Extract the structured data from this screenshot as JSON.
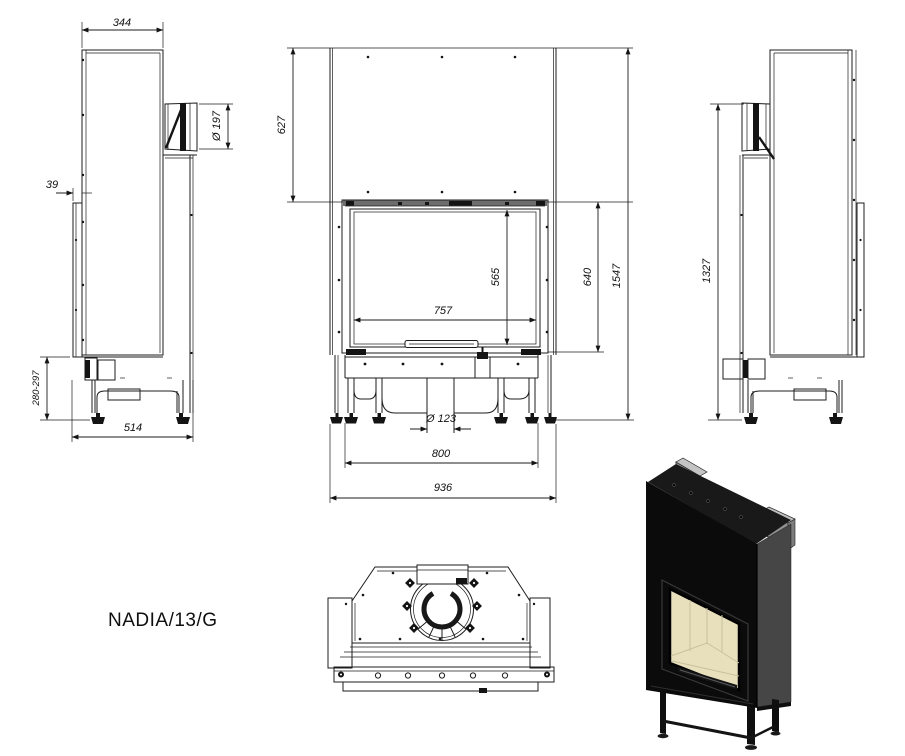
{
  "title": {
    "model": "NADIA/13/G"
  },
  "dimensions": {
    "depth": "344",
    "flue_diameter": "Ø 197",
    "door_offset": "39",
    "leg_height_range": "280-297",
    "base_depth": "514",
    "hood_height": "627",
    "glass_height": "565",
    "glass_width": "757",
    "door_height": "640",
    "total_height": "1547",
    "air_inlet_diameter": "Ø 123",
    "leg_span": "800",
    "total_width": "936",
    "side_height": "1327"
  }
}
